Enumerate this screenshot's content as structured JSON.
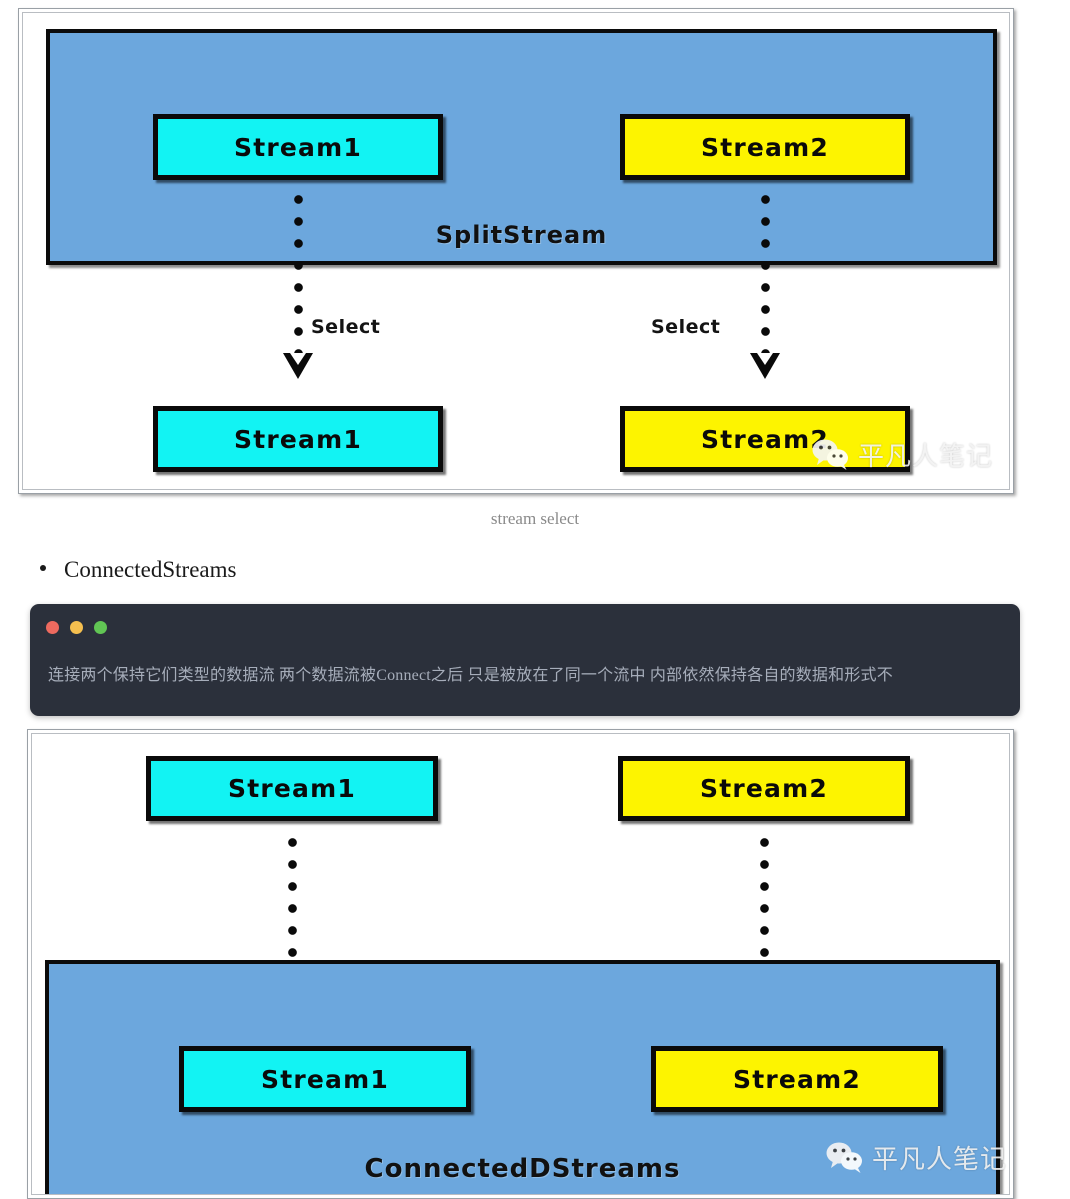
{
  "figure_split": {
    "panel_label": "SplitStream",
    "top_boxes": [
      {
        "label": "Stream1",
        "color": "#12f3f3",
        "color_name": "cyan"
      },
      {
        "label": "Stream2",
        "color": "#fdf400",
        "color_name": "yellow"
      }
    ],
    "edge_labels": [
      "Select",
      "Select"
    ],
    "bottom_boxes": [
      {
        "label": "Stream1",
        "color": "#12f3f3",
        "color_name": "cyan"
      },
      {
        "label": "Stream2",
        "color": "#fdf400",
        "color_name": "yellow"
      }
    ],
    "panel_color": "#6ca7dd",
    "watermark": "平凡人笔记"
  },
  "caption": "stream select",
  "bullet": {
    "text": "ConnectedStreams"
  },
  "code_card": {
    "traffic_lights": [
      "red",
      "yellow",
      "green"
    ],
    "text": "连接两个保持它们类型的数据流 两个数据流被Connect之后 只是被放在了同一个流中 内部依然保持各自的数据和形式不",
    "bg": "#2b303b"
  },
  "figure_connected": {
    "panel_label": "ConnectedDStreams",
    "top_boxes": [
      {
        "label": "Stream1",
        "color": "#12f3f3",
        "color_name": "cyan"
      },
      {
        "label": "Stream2",
        "color": "#fdf400",
        "color_name": "yellow"
      }
    ],
    "bottom_boxes": [
      {
        "label": "Stream1",
        "color": "#12f3f3",
        "color_name": "cyan"
      },
      {
        "label": "Stream2",
        "color": "#fdf400",
        "color_name": "yellow"
      }
    ],
    "panel_color": "#6ca7dd",
    "watermark": "平凡人笔记"
  }
}
